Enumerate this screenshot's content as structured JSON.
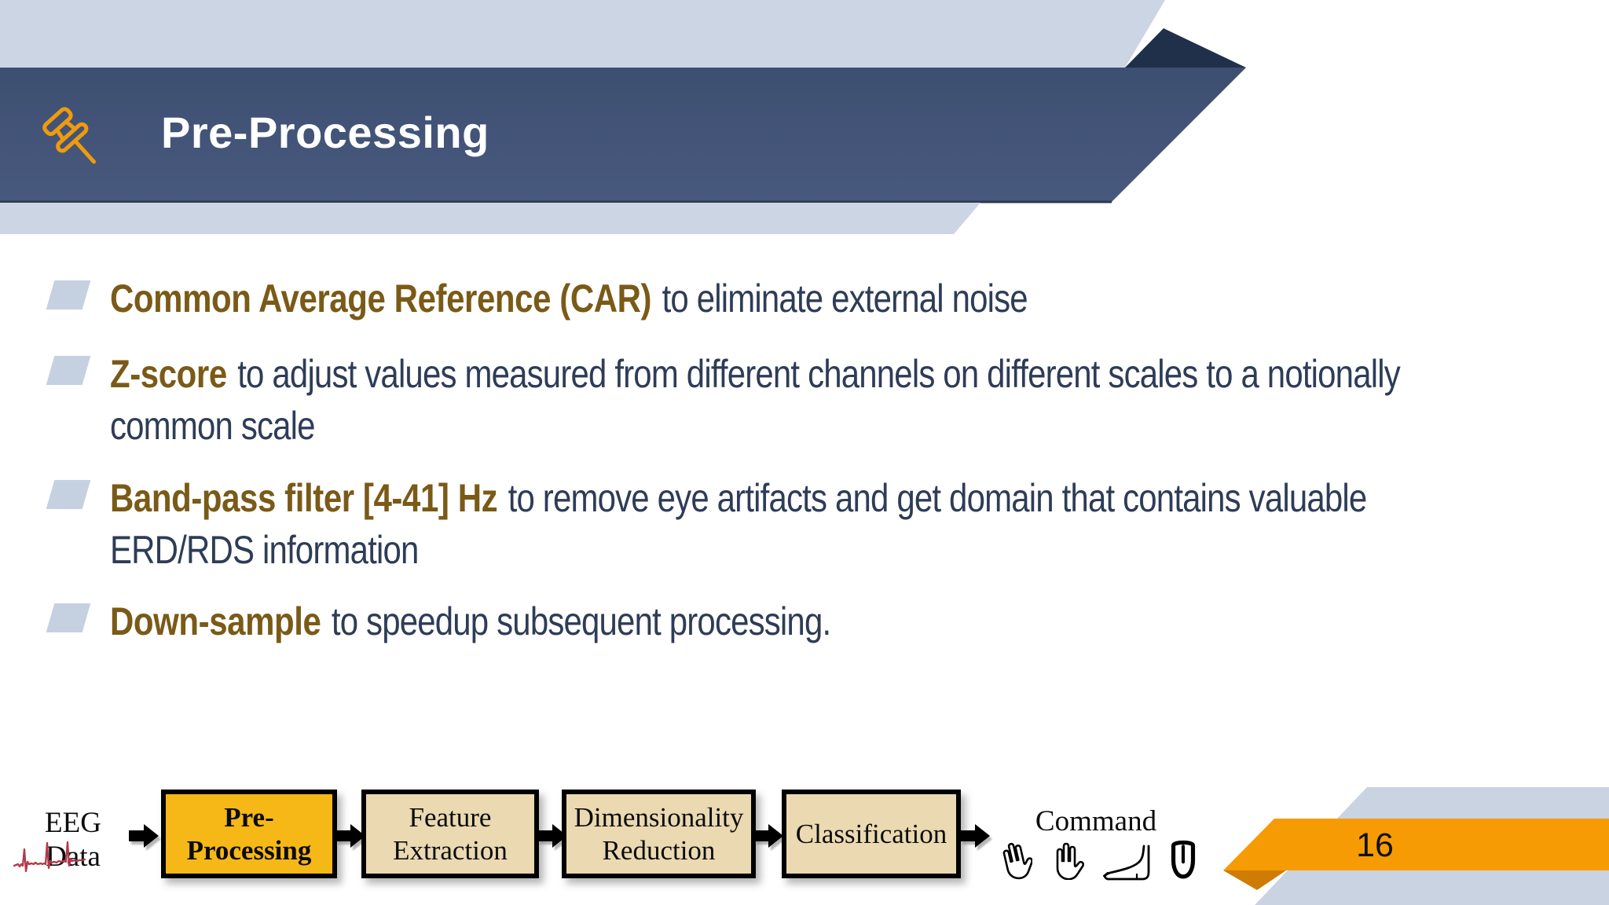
{
  "slide": {
    "header": {
      "title": "Pre-Processing",
      "icon": "pushpin-icon"
    },
    "bullets": [
      {
        "term": "Common Average Reference (CAR)",
        "description": "to eliminate external noise"
      },
      {
        "term": "Z-score",
        "description": "to adjust values measured from different channels on different scales to a notionally common scale"
      },
      {
        "term": "Band-pass filter [4-41] Hz",
        "description": "to remove eye artifacts and get domain that contains valuable ERD/RDS information"
      },
      {
        "term": "Down-sample",
        "description": "to speedup subsequent processing."
      }
    ],
    "pipeline": {
      "input_label": "EEG Data",
      "input_icon": "eeg-waveform-icon",
      "stages": [
        {
          "label": "Pre-\nProcessing",
          "active": true
        },
        {
          "label": "Feature\nExtraction",
          "active": false
        },
        {
          "label": "Dimensionality\nReduction",
          "active": false
        },
        {
          "label": "Classification",
          "active": false
        }
      ],
      "output_label": "Command",
      "output_icons": [
        "left-hand-icon",
        "right-hand-icon",
        "foot-icon",
        "tongue-icon"
      ]
    },
    "page_number": "16",
    "colors": {
      "banner_light": "#ccd5e3",
      "banner_navy_top": "#3d4f71",
      "banner_navy_bottom": "#48597e",
      "banner_corner_dark": "#20304b",
      "term_gold": "#7a5a17",
      "body_navy": "#2e3c57",
      "bullet_marker": "#c5d1e1",
      "stage_active_fill": "#f6b817",
      "stage_fill": "#ebd9b2",
      "ribbon_orange": "#f79b04",
      "ribbon_fold": "#cf7c05",
      "eeg_wave_red": "#b5374a",
      "pushpin_orange": "#ef9b0d"
    }
  }
}
